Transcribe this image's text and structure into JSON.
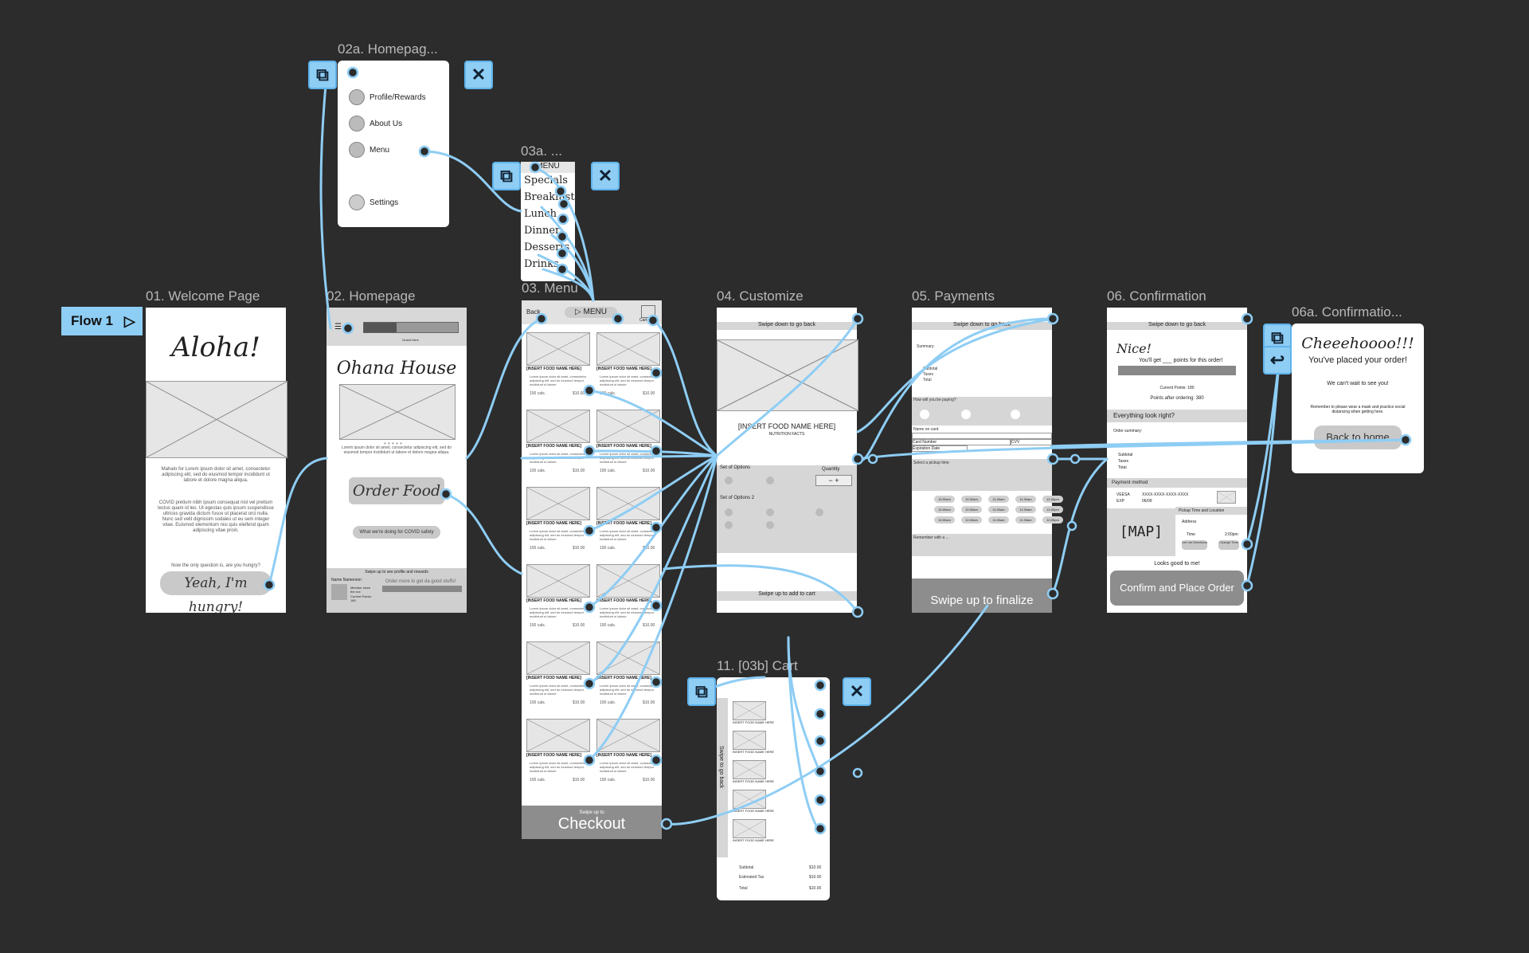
{
  "flow_tag": {
    "label": "Flow 1"
  },
  "frames": {
    "welcome": {
      "label": "01. Welcome Page",
      "heading": "Aloha!",
      "body1": "Mahalo for Lorem ipsum dolor sit amet, consectetur adipiscing elit, sed do eiusmod tempor incididunt ut labore et dolore magna aliqua.",
      "body2": "COVID pretium nibh ipsum consequat nisl vel pretium lectus quam id leo. Ut egestas quis ipsum suspendisse ultrices gravida dictum fusce ut placerat orci nulla. Nunc sed velit dignissim sodales ut eu sem integer vitae. Euismod elementum nisi quis eleifend quam adipiscing vitae proin.",
      "question": "Now the only question is, are you hungry?",
      "cta": "Yeah, I'm hungry!"
    },
    "homepage": {
      "label": "02. Homepage",
      "title": "Ohana House",
      "caption": "Lorem ipsum dolor sit amet, consectetur adipiscing elit, sed do eiusmod tempor incididunt ut labore et dolore magna aliqua.",
      "order_btn": "Order Food",
      "covid_btn": "What we're doing for COVID safety",
      "swipe": "Swipe up to see profile and rewards",
      "name": "Name Namerson",
      "member": "Member since the xxx",
      "points": "Current Points: 180",
      "progress": "Order more to get da good stuffs!",
      "tab_label": "Grand Here"
    },
    "homepage_menu": {
      "label": "02a. Homepag...",
      "items": [
        "Profile/Rewards",
        "About Us",
        "Menu"
      ],
      "settings": "Settings"
    },
    "menu_overlay": {
      "label": "03a. ...",
      "title": "MENU",
      "items": [
        "Specials",
        "Breakfast",
        "Lunch",
        "Dinner",
        "Desserts",
        "Drinks"
      ]
    },
    "menu": {
      "label": "03. Menu",
      "back": "Back",
      "menu_btn": "MENU",
      "cart": "Cart",
      "food_name": "[INSERT FOOD NAME HERE]",
      "food_desc": "Lorem ipsum dolor sit amet, consectetur adipiscing elit, sed do eiusmod tempor incididunt ut labore",
      "cals": "100 cals.",
      "price": "$10.00",
      "swipe": "Swipe up to",
      "checkout": "Checkout"
    },
    "customize": {
      "label": "04. Customize",
      "swipe_down": "Swipe down to go back",
      "food_name": "[INSERT FOOD NAME HERE]",
      "nutrition": "NUTRITION FACTS",
      "opt1": "Set of Options",
      "quantity": "Quantity",
      "opt2": "Set of Options 2",
      "swipe_up": "Swipe up to add to cart"
    },
    "cart": {
      "label": "11. [03b] Cart",
      "item": "INSERT FOOD NAME HERE",
      "side": "Swipe to go back",
      "subtotal": "Subtotal",
      "tax": "Estimated Tax",
      "total": "Total",
      "amt": "$10.00"
    },
    "payments": {
      "label": "05. Payments",
      "swipe_down": "Swipe down to go back",
      "summary": "Summary:",
      "subtotal": "Subtotal",
      "taxes": "Taxes",
      "total": "Total",
      "how_pay": "How will you be paying?",
      "name_card": "Name on card",
      "card_number": "Card Number",
      "cvv": "CVV",
      "expiration": "Expiration Date",
      "pickup": "Select a pickup time",
      "reminder": "Remember with a ...",
      "times": [
        "10:00am",
        "10:30am",
        "11:00am",
        "11:30am",
        "12:00pm"
      ],
      "swipe_up": "Swipe up to finalize"
    },
    "confirmation": {
      "label": "06. Confirmation",
      "swipe_down": "Swipe down to go back",
      "nice": "Nice!",
      "points_msg": "You'll get ___ points for this order!",
      "current_points": "Current Points: 180",
      "after_points": "Points after ordering: 380",
      "look_right": "Everything look right?",
      "order_summary": "Order summary:",
      "subtotal": "Subtotal",
      "taxes": "Taxes",
      "total": "Total",
      "payment": "Payment method",
      "card": "VEESA",
      "card_no": "XXXX-XXXX-XXXX-XXXX",
      "exp": "EXP",
      "exp_val": "06/09",
      "pickup": "Pickup Time and Location",
      "address": "Address",
      "time": "Time",
      "time_val": "2:00pm",
      "map": "[MAP]",
      "directions": "Get me Directions",
      "change": "Change Time",
      "good": "Looks good to me!",
      "confirm": "Confirm and Place Order"
    },
    "confirmation_modal": {
      "label": "06a. Confirmatio...",
      "heading": "Cheeehoooo!!!",
      "placed": "You've placed your order!",
      "wait": "We can't wait to see you!",
      "remember": "Remember to please wear a mask and practice social distancing when getting here.",
      "back": "Back to home"
    }
  },
  "colors": {
    "canvas": "#2c2c2c",
    "prototype_blue": "#8ecdf4",
    "wire_gray": "#c9c9c9",
    "dark_gray": "#8d8d8d"
  },
  "icons": [
    "play-icon",
    "device-frame-icon",
    "close-icon",
    "back-arrow-icon",
    "gear-icon",
    "avatar-icon"
  ]
}
